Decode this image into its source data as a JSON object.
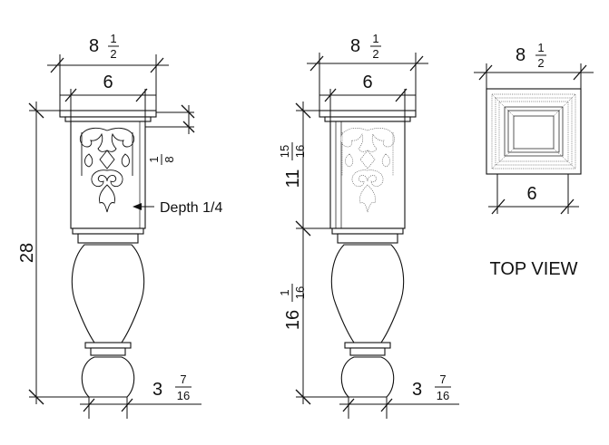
{
  "left_view": {
    "top_width": {
      "whole": "8",
      "num": "1",
      "den": "2"
    },
    "inner_width": "6",
    "height": "28",
    "offset": {
      "num": "1",
      "den": "8"
    },
    "depth_label": "Depth 1/4",
    "foot": {
      "whole": "3",
      "num": "7",
      "den": "16"
    }
  },
  "right_view": {
    "top_width": {
      "whole": "8",
      "num": "1",
      "den": "2"
    },
    "inner_width": "6",
    "upper_height": {
      "whole": "11",
      "num": "15",
      "den": "16"
    },
    "lower_height": {
      "whole": "16",
      "num": "1",
      "den": "16"
    },
    "foot": {
      "whole": "3",
      "num": "7",
      "den": "16"
    }
  },
  "top_view": {
    "top_width": {
      "whole": "8",
      "num": "1",
      "den": "2"
    },
    "inner_width": "6",
    "caption": "TOP VIEW"
  }
}
